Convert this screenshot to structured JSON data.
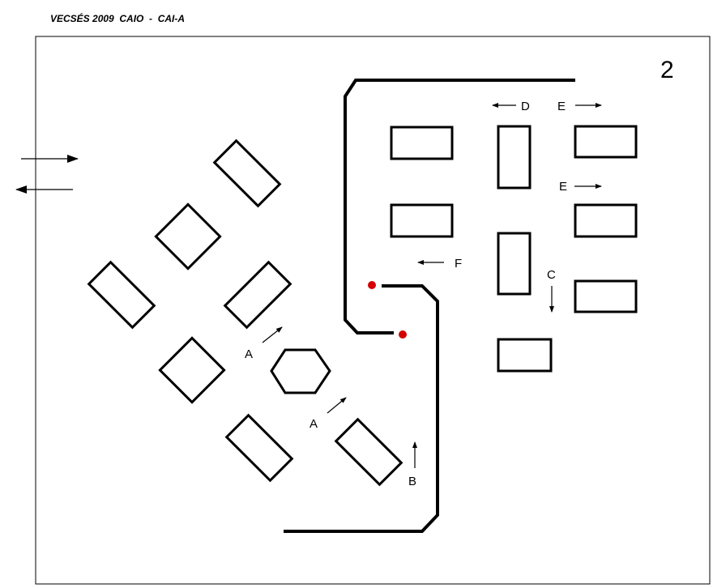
{
  "header": {
    "title": "VECSÉS 2009  CAIO  -  CAI-A"
  },
  "course": {
    "number": "2",
    "labels": {
      "A": "A",
      "B": "B",
      "C": "C",
      "D": "D",
      "E": "E",
      "F": "F"
    },
    "colors": {
      "line": "#000000",
      "marker": "#d40000",
      "background": "#ffffff"
    }
  }
}
